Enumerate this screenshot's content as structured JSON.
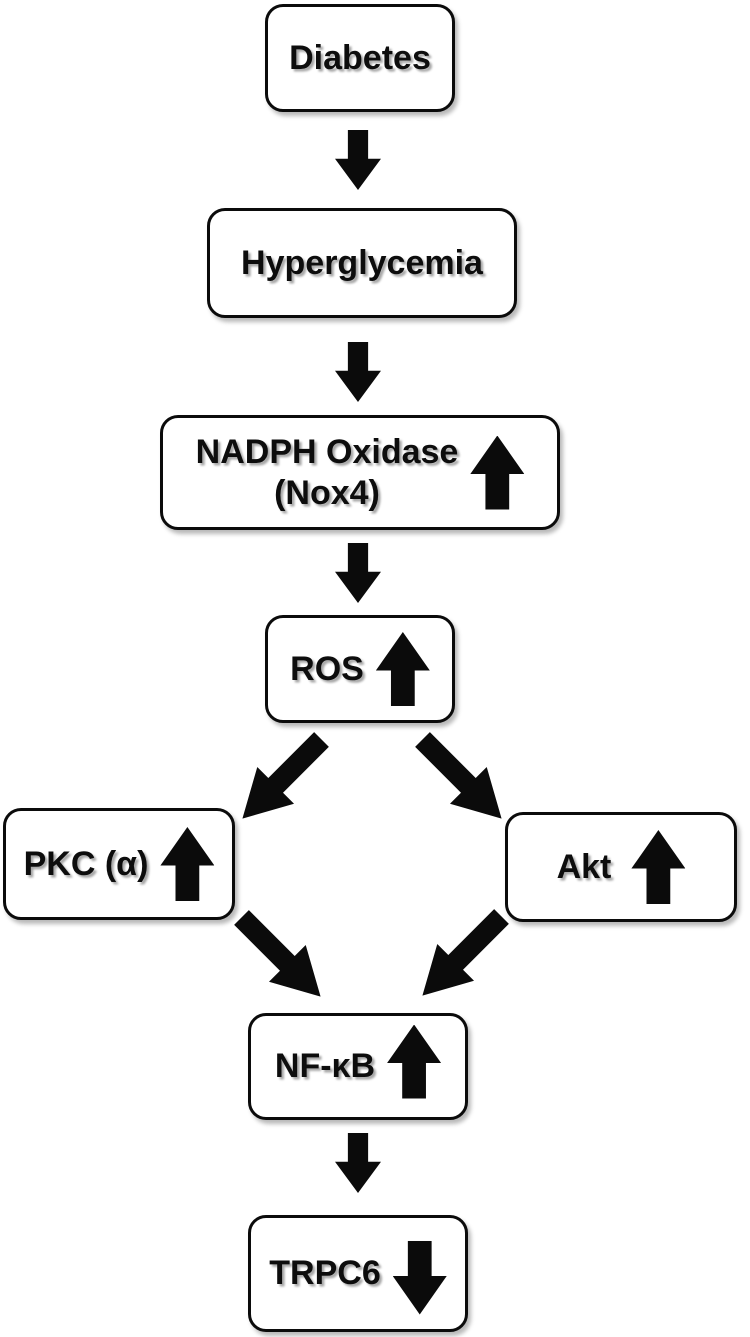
{
  "figure": {
    "type": "flowchart",
    "background": "#ffffff",
    "colors": {
      "node_border": "#0b0b0b",
      "node_fill": "#ffffff",
      "arrow": "#0b0b0b",
      "text": "#0d0d0d"
    },
    "nodes": {
      "diabetes": {
        "label": "Diabetes",
        "trend": null
      },
      "hyperglycemia": {
        "label": "Hyperglycemia",
        "trend": null
      },
      "nadph": {
        "line1": "NADPH Oxidase",
        "line2": "(Nox4)",
        "trend": "up"
      },
      "ros": {
        "label": "ROS",
        "trend": "up"
      },
      "pkc": {
        "label": "PKC (α)",
        "trend": "up"
      },
      "akt": {
        "label": "Akt",
        "trend": "up"
      },
      "nfkb": {
        "label": "NF-κB",
        "trend": "up"
      },
      "trpc6": {
        "label": "TRPC6",
        "trend": "down"
      }
    },
    "edges": [
      {
        "from": "Diabetes",
        "to": "Hyperglycemia"
      },
      {
        "from": "Hyperglycemia",
        "to": "NADPH Oxidase (Nox4)"
      },
      {
        "from": "NADPH Oxidase (Nox4)",
        "to": "ROS"
      },
      {
        "from": "ROS",
        "to": "PKC (α)"
      },
      {
        "from": "ROS",
        "to": "Akt"
      },
      {
        "from": "PKC (α)",
        "to": "NF-κB"
      },
      {
        "from": "Akt",
        "to": "NF-κB"
      },
      {
        "from": "NF-κB",
        "to": "TRPC6"
      }
    ]
  }
}
